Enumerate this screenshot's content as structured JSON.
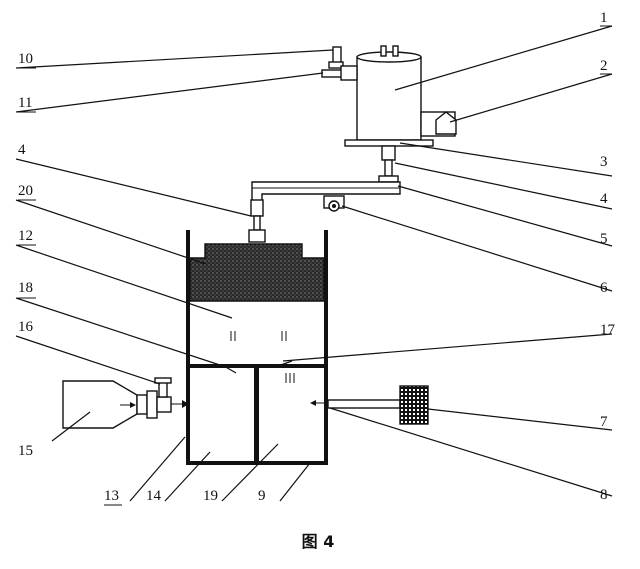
{
  "caption": "图 4",
  "labels": {
    "l1": "1",
    "l2": "2",
    "l3": "3",
    "l4a": "4",
    "l4b": "4",
    "l5": "5",
    "l6": "6",
    "l7": "7",
    "l8": "8",
    "l9": "9",
    "l10": "10",
    "l11": "11",
    "l12": "12",
    "l13": "13",
    "l14": "14",
    "l15": "15",
    "l16": "16",
    "l17": "17",
    "l18": "18",
    "l19": "19",
    "l20": "20"
  }
}
